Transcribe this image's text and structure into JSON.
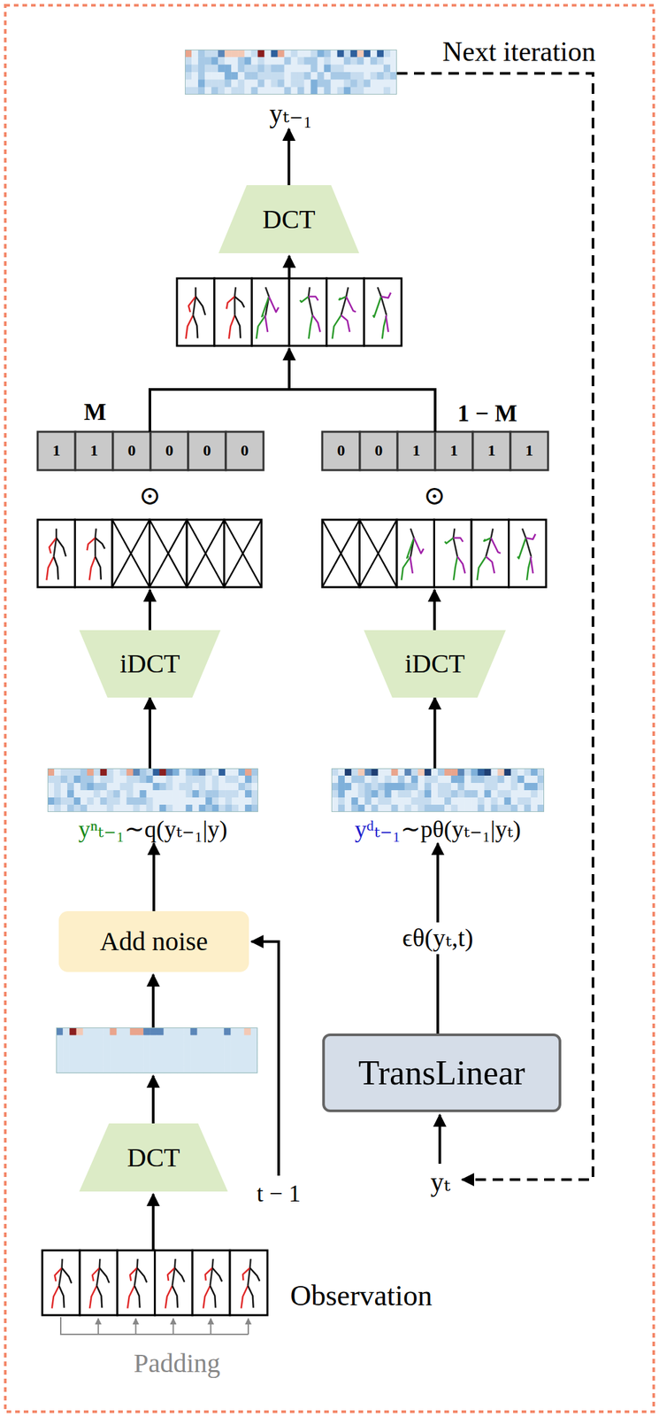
{
  "diagram": {
    "nodes": [
      {
        "text": [
          "yₜ₋₁"
        ]
      },
      {
        "text": [
          "DCT"
        ]
      },
      {
        "text": [
          "iDCT"
        ]
      },
      {
        "text": [
          "iDCT"
        ]
      },
      {
        "text": [
          "yⁿₜ₋₁",
          "∼q(yₜ₋₁|y)"
        ]
      },
      {
        "text": [
          "yᵈₜ₋₁",
          "∼pθ(yₜ₋₁|yₜ)"
        ]
      },
      {
        "text": [
          "Add noise"
        ]
      },
      {
        "text": [
          "TransLinear"
        ]
      },
      {
        "text": [
          "DCT"
        ]
      }
    ],
    "edges": [
      {
        "from": 1,
        "to": 0,
        "arrow": "to"
      },
      {
        "from": 4,
        "to": 2,
        "arrow": "to"
      },
      {
        "from": 5,
        "to": 3,
        "arrow": "to"
      },
      {
        "from": 6,
        "to": 4,
        "arrow": "to"
      },
      {
        "from": 7,
        "to": 5,
        "arrow": "to",
        "label": "ϵθ(yₜ,t)"
      }
    ],
    "labels": [
      "Next iteration",
      "M",
      "1",
      "1",
      "0",
      "0",
      "0",
      "0",
      "1 − M",
      "0",
      "0",
      "1",
      "1",
      "1",
      "1",
      "⊙",
      "⊙",
      "yₜ",
      "t − 1",
      "Observation",
      "Padding"
    ]
  }
}
